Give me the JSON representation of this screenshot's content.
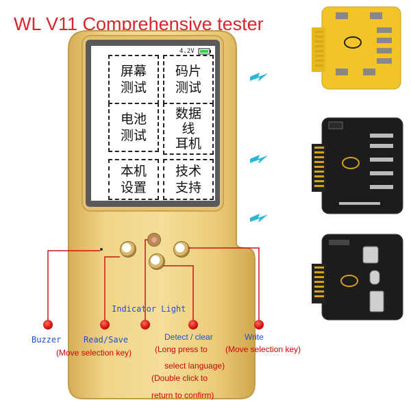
{
  "title": "WL V11 Comprehensive tester",
  "screen": {
    "battery": "4.2V",
    "menu": [
      {
        "label": "屏幕\n测试"
      },
      {
        "label": "码片\n测试"
      },
      {
        "label": "电池\n测试"
      },
      {
        "label": "数据\n线\n耳机"
      },
      {
        "label": "本机\n设置"
      },
      {
        "label": "技术\n支持"
      }
    ]
  },
  "labels": {
    "indicator_light": "Indicator Light",
    "buzzer": "Buzzer",
    "read_save": "Read/Save",
    "read_save_sub": "(Move selection key)",
    "detect_clear": "Detect / clear",
    "detect_sub1": "(Long press to",
    "detect_sub2": "select language)",
    "detect_sub3": "(Double click to",
    "detect_sub4": "return to confirm)",
    "write": "Write",
    "write_sub": "(Move selection key)"
  },
  "colors": {
    "title": "#d9252b",
    "device": "#f0d386",
    "connector_dot": "#d01010",
    "label_blue": "#1f4fd6",
    "label_red": "#d40000",
    "bolt": "#29b6d6"
  }
}
